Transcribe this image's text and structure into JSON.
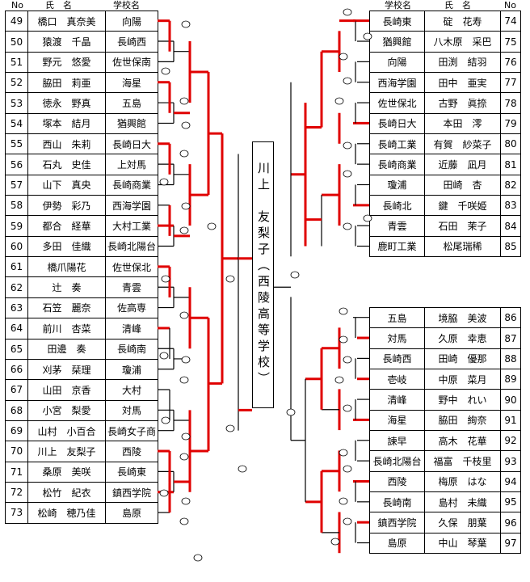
{
  "headers": {
    "no": "No",
    "name": "氏　名",
    "school": "学校名"
  },
  "champion": "川上　友梨子（西陵高等学校）",
  "left_entries": [
    {
      "no": "49",
      "name": "橋口　真奈美",
      "school": "向陽"
    },
    {
      "no": "50",
      "name": "猿渡　千晶",
      "school": "長崎西"
    },
    {
      "no": "51",
      "name": "野元　悠愛",
      "school": "佐世保南"
    },
    {
      "no": "52",
      "name": "脇田　莉亜",
      "school": "海星"
    },
    {
      "no": "53",
      "name": "徳永　野真",
      "school": "五島"
    },
    {
      "no": "54",
      "name": "塚本　結月",
      "school": "猶興館"
    },
    {
      "no": "55",
      "name": "西山　朱莉",
      "school": "長崎日大"
    },
    {
      "no": "56",
      "name": "石丸　史佳",
      "school": "上対馬"
    },
    {
      "no": "57",
      "name": "山下　真央",
      "school": "長崎商業"
    },
    {
      "no": "58",
      "name": "伊勢　彩乃",
      "school": "西海学園"
    },
    {
      "no": "59",
      "name": "都合　経華",
      "school": "大村工業"
    },
    {
      "no": "60",
      "name": "多田　佳織",
      "school": "長崎北陽台"
    },
    {
      "no": "61",
      "name": "橋爪陽花",
      "school": "佐世保北"
    },
    {
      "no": "62",
      "name": "辻　奏",
      "school": "青雲"
    },
    {
      "no": "63",
      "name": "石笠　麗奈",
      "school": "佐高専"
    },
    {
      "no": "64",
      "name": "前川　杏菜",
      "school": "清峰"
    },
    {
      "no": "65",
      "name": "田邊　奏",
      "school": "長崎南"
    },
    {
      "no": "66",
      "name": "刈茅　栞理",
      "school": "瓊浦"
    },
    {
      "no": "67",
      "name": "山田　京香",
      "school": "大村"
    },
    {
      "no": "68",
      "name": "小宮　梨愛",
      "school": "対馬"
    },
    {
      "no": "69",
      "name": "山村　小百合",
      "school": "長崎女子商"
    },
    {
      "no": "70",
      "name": "川上　友梨子",
      "school": "西陵"
    },
    {
      "no": "71",
      "name": "桑原　美咲",
      "school": "長崎東"
    },
    {
      "no": "72",
      "name": "松竹　紀衣",
      "school": "鎮西学院"
    },
    {
      "no": "73",
      "name": "松崎　穂乃佳",
      "school": "島原"
    }
  ],
  "right_entries_top": [
    {
      "no": "74",
      "name": "碇　花寿",
      "school": "長崎東"
    },
    {
      "no": "75",
      "name": "八木原　采巴",
      "school": "猶興館"
    },
    {
      "no": "76",
      "name": "田渕　結羽",
      "school": "向陽"
    },
    {
      "no": "77",
      "name": "田中　亜実",
      "school": "西海学園"
    },
    {
      "no": "78",
      "name": "古野　眞捺",
      "school": "佐世保北"
    },
    {
      "no": "79",
      "name": "本田　澪",
      "school": "長崎日大"
    },
    {
      "no": "80",
      "name": "有賀　紗菜子",
      "school": "長崎工業"
    },
    {
      "no": "81",
      "name": "近藤　凪月",
      "school": "長崎商業"
    },
    {
      "no": "82",
      "name": "田崎　杏",
      "school": "瓊浦"
    },
    {
      "no": "83",
      "name": "鍵　千咲姫",
      "school": "長崎北"
    },
    {
      "no": "84",
      "name": "石田　茉子",
      "school": "青雲"
    },
    {
      "no": "85",
      "name": "松尾瑞稀",
      "school": "鹿町工業"
    }
  ],
  "right_entries_bottom": [
    {
      "no": "86",
      "name": "境脇　美波",
      "school": "五島"
    },
    {
      "no": "87",
      "name": "久原　幸恵",
      "school": "対馬"
    },
    {
      "no": "88",
      "name": "田崎　優那",
      "school": "長崎西"
    },
    {
      "no": "89",
      "name": "中原　菜月",
      "school": "壱岐"
    },
    {
      "no": "90",
      "name": "野中　れい",
      "school": "清峰"
    },
    {
      "no": "91",
      "name": "脇田　絢奈",
      "school": "海星"
    },
    {
      "no": "92",
      "name": "高木　花華",
      "school": "諫早"
    },
    {
      "no": "93",
      "name": "福富　千枝里",
      "school": "長崎北陽台"
    },
    {
      "no": "94",
      "name": "梅原　はな",
      "school": "西陵"
    },
    {
      "no": "95",
      "name": "島村　未織",
      "school": "長崎南"
    },
    {
      "no": "96",
      "name": "久保　朋葉",
      "school": "鎮西学院"
    },
    {
      "no": "97",
      "name": "中山　琴葉",
      "school": "島原"
    }
  ],
  "colors": {
    "winner_line": "#e00000",
    "line": "#000000"
  }
}
